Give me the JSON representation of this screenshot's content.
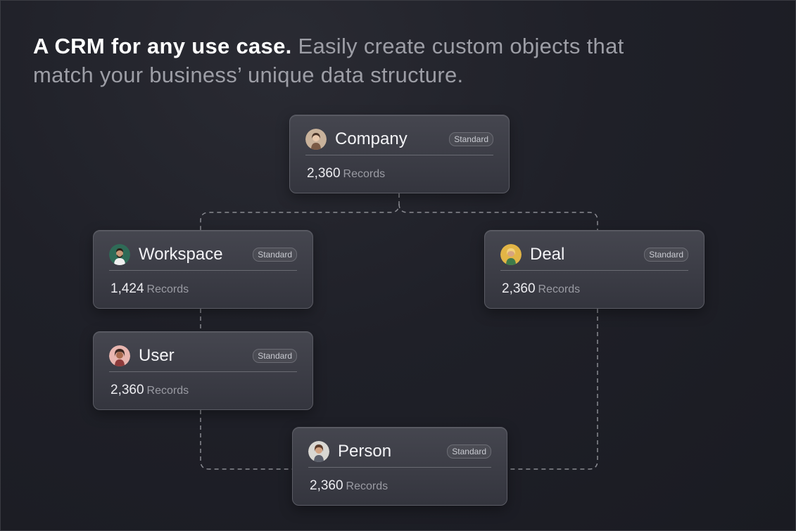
{
  "headline": {
    "lead": "A CRM for any use case.",
    "rest": "Easily create custom objects that match your business’ unique data structure."
  },
  "objects": {
    "company": {
      "title": "Company",
      "badge": "Standard",
      "count": "2,360",
      "count_label": "Records",
      "avatar_icon": "person-avatar-icon",
      "avatar_color": "#c9b29b"
    },
    "workspace": {
      "title": "Workspace",
      "badge": "Standard",
      "count": "1,424",
      "count_label": "Records",
      "avatar_icon": "person-avatar-icon",
      "avatar_color": "#2f6b57"
    },
    "deal": {
      "title": "Deal",
      "badge": "Standard",
      "count": "2,360",
      "count_label": "Records",
      "avatar_icon": "person-avatar-icon",
      "avatar_color": "#e2b546"
    },
    "user": {
      "title": "User",
      "badge": "Standard",
      "count": "2,360",
      "count_label": "Records",
      "avatar_icon": "person-avatar-icon",
      "avatar_color": "#e8b6b0"
    },
    "person": {
      "title": "Person",
      "badge": "Standard",
      "count": "2,360",
      "count_label": "Records",
      "avatar_icon": "person-avatar-icon",
      "avatar_color": "#d9d7d2"
    }
  },
  "colors": {
    "background": "#1f2028",
    "card": "#3d3e47",
    "connector": "#8a8b92",
    "headline_lead": "#ffffff",
    "headline_rest": "#9d9ea6"
  }
}
